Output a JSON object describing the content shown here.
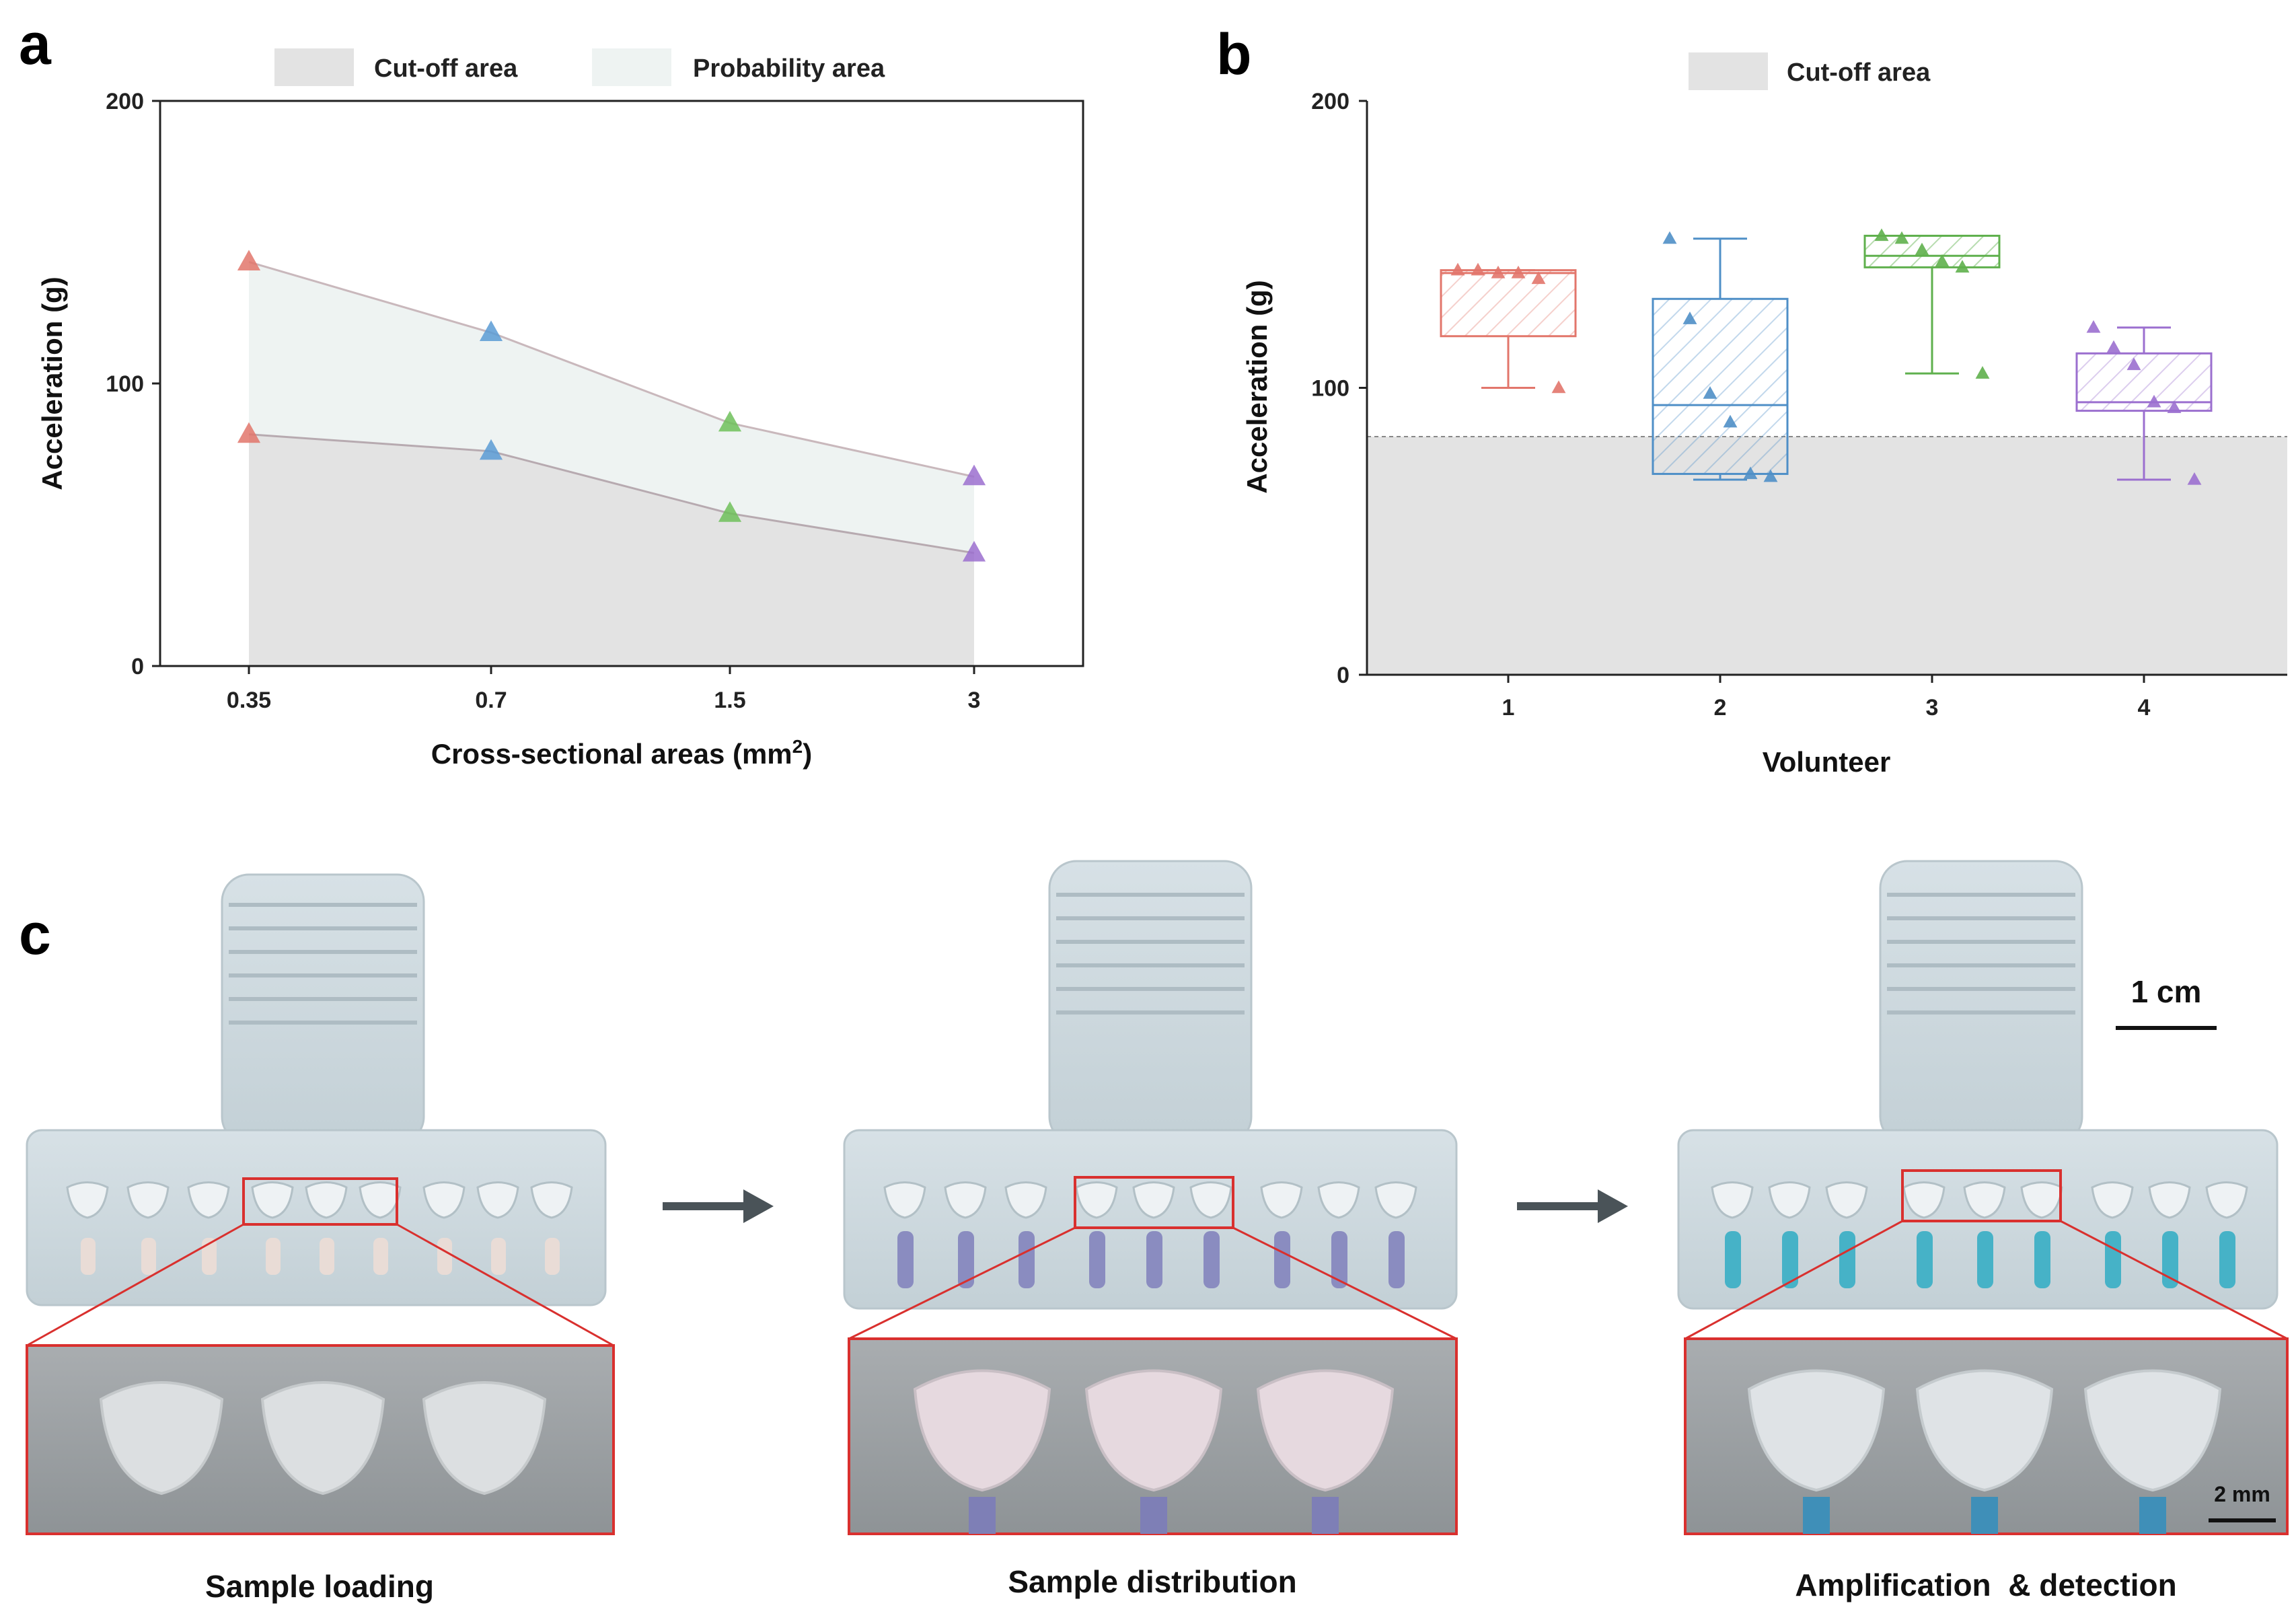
{
  "panel_a": {
    "letter": "a"
  },
  "panel_b": {
    "letter": "b"
  },
  "panel_c": {
    "letter": "c"
  },
  "chart_data": [
    {
      "id": "a",
      "type": "line",
      "xlabel": "Cross-sectional areas (mm",
      "xlabel_sup": "2",
      "xlabel_end": ")",
      "ylabel": "Acceleration (g)",
      "categories": [
        "0.35",
        "0.7",
        "1.5",
        "3"
      ],
      "ylim": [
        0,
        200
      ],
      "yticks": [
        "0",
        "100",
        "200"
      ],
      "series": [
        {
          "name": "upper",
          "values": [
            143,
            118,
            86,
            67
          ]
        },
        {
          "name": "lower",
          "values": [
            82,
            76,
            54,
            40
          ]
        }
      ],
      "point_colors": [
        "#e2766b",
        "#5b9bd5",
        "#6fbf5a",
        "#9b6fcf"
      ],
      "legend": [
        {
          "label": "Cut-off area",
          "color": "#e3e3e3"
        },
        {
          "label": "Probability area",
          "color": "#eef3f2"
        }
      ],
      "grid": false
    },
    {
      "id": "b",
      "type": "box",
      "xlabel": "Volunteer",
      "ylabel": "Acceleration (g)",
      "categories": [
        "1",
        "2",
        "3",
        "4"
      ],
      "ylim": [
        0,
        200
      ],
      "yticks": [
        "0",
        "100",
        "200"
      ],
      "cutoff": 83,
      "legend": [
        {
          "label": "Cut-off area",
          "color": "#e3e3e3"
        }
      ],
      "boxes": [
        {
          "min": 100,
          "q1": 118,
          "median": 140,
          "q3": 141,
          "max": 141,
          "color": "#e2766b",
          "points": [
            141,
            141,
            140,
            140,
            138,
            100
          ]
        },
        {
          "min": 68,
          "q1": 70,
          "median": 94,
          "q3": 131,
          "max": 152,
          "color": "#4f8fc7",
          "points": [
            152,
            124,
            98,
            88,
            70,
            69
          ]
        },
        {
          "min": 105,
          "q1": 142,
          "median": 146,
          "q3": 153,
          "max": 153,
          "color": "#5fb04d",
          "points": [
            153,
            152,
            148,
            144,
            142,
            105
          ]
        },
        {
          "min": 68,
          "q1": 92,
          "median": 95,
          "q3": 112,
          "max": 121,
          "color": "#9b6fcf",
          "points": [
            121,
            114,
            108,
            95,
            93,
            68
          ]
        }
      ]
    }
  ],
  "photos": {
    "captions": [
      "Sample loading",
      "Sample distribution",
      "Amplification  & detection"
    ],
    "scale_large": "1 cm",
    "scale_small": "2 mm"
  }
}
